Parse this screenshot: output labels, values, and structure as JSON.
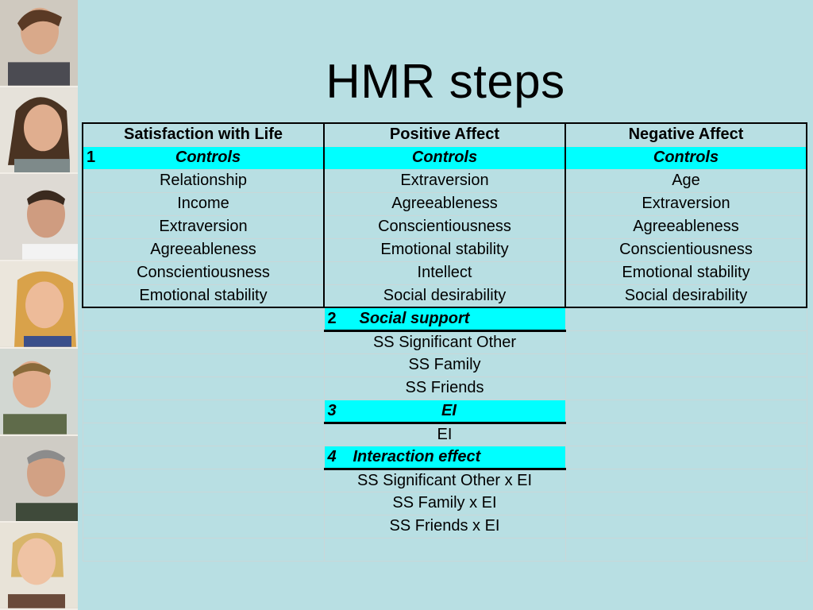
{
  "title": "HMR steps",
  "columns": [
    "Satisfaction with Life",
    "Positive Affect",
    "Negative Affect"
  ],
  "step1": {
    "num": "1",
    "labels": [
      "Controls",
      "Controls",
      "Controls"
    ]
  },
  "controls": {
    "life": [
      "Relationship",
      "Income",
      "Extraversion",
      "Agreeableness",
      "Conscientiousness",
      "Emotional stability"
    ],
    "positive": [
      "Extraversion",
      "Agreeableness",
      "Conscientiousness",
      "Emotional stability",
      "Intellect",
      "Social desirability"
    ],
    "negative": [
      "Age",
      "Extraversion",
      "Agreeableness",
      "Conscientiousness",
      "Emotional stability",
      "Social desirability"
    ]
  },
  "step2": {
    "num": "2",
    "label": "Social support",
    "items": [
      "SS Significant Other",
      "SS Family",
      "SS Friends"
    ]
  },
  "step3": {
    "num": "3",
    "label": "EI",
    "items": [
      "EI"
    ]
  },
  "step4": {
    "num": "4",
    "label": "Interaction effect",
    "items": [
      "SS Significant Other x EI",
      "SS Family x EI",
      "SS Friends x EI"
    ]
  },
  "photos": [
    "person-photo-1",
    "person-photo-2",
    "person-photo-3",
    "person-photo-4",
    "person-photo-5",
    "person-photo-6",
    "person-photo-7"
  ],
  "colors": {
    "background": "#b8dfe3",
    "highlight": "#00ffff"
  }
}
